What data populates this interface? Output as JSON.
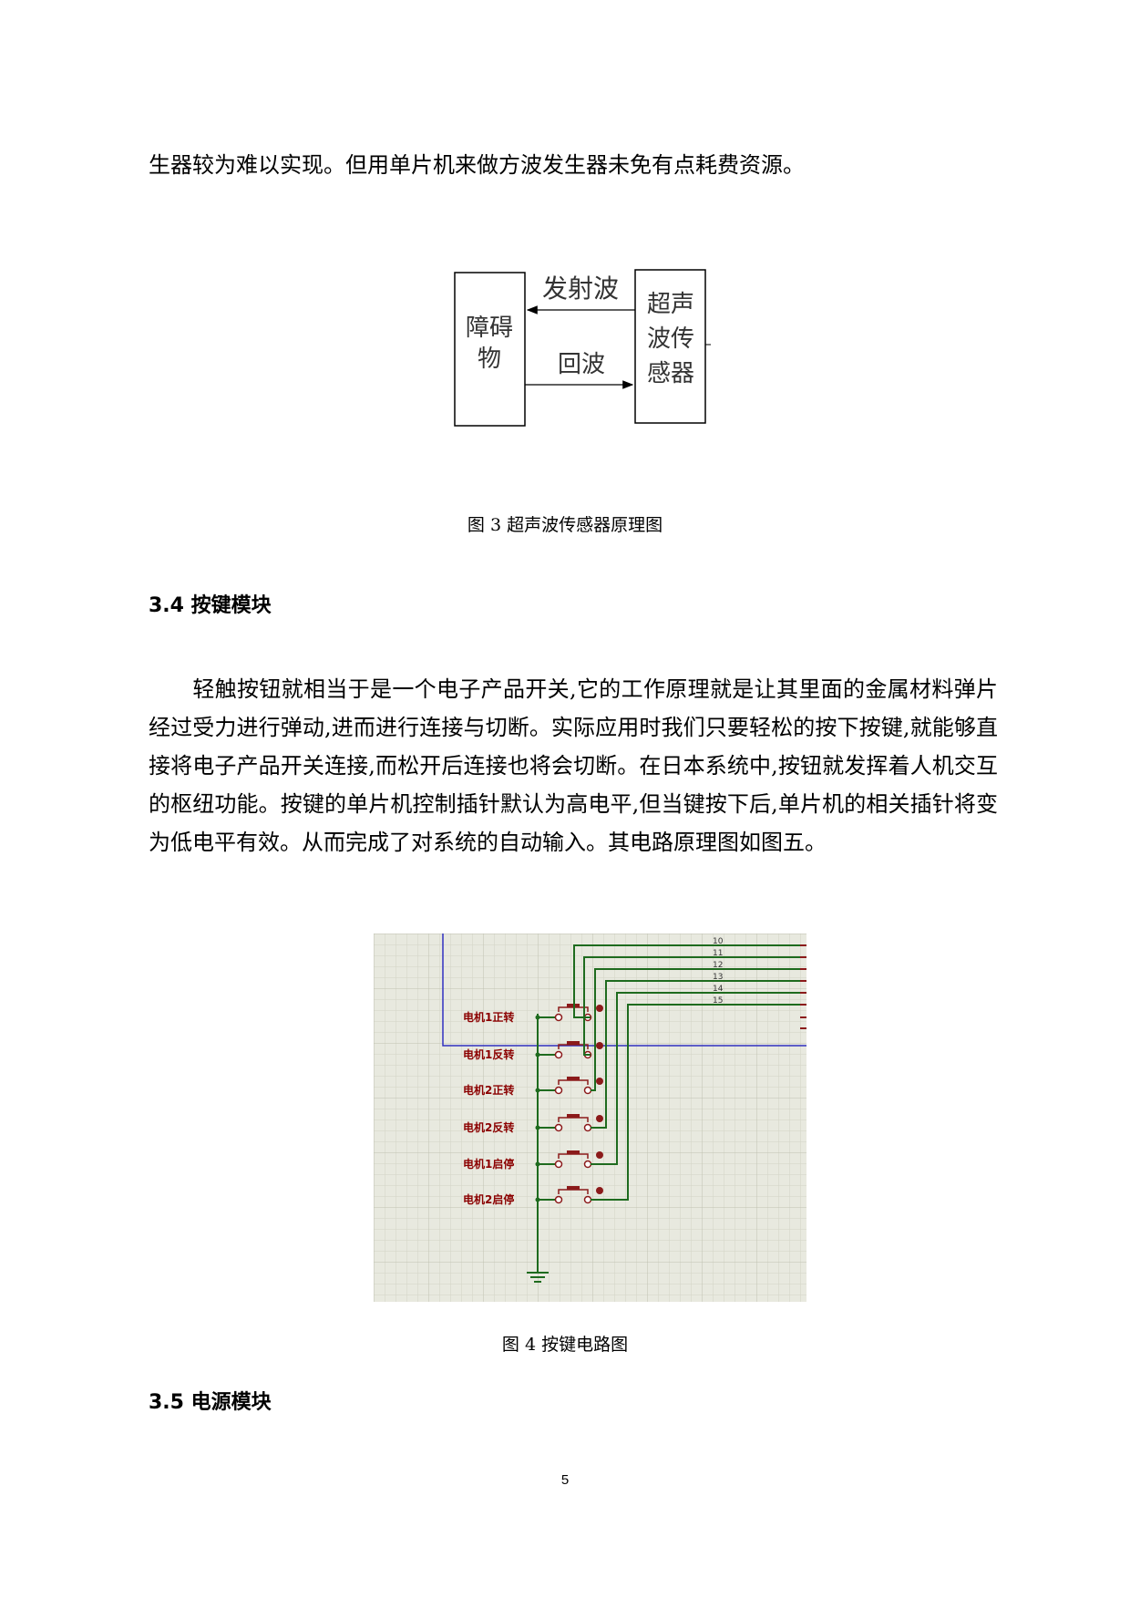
{
  "top_text": "生器较为难以实现。但用单片机来做方波发生器未免有点耗费资源。",
  "figure3": {
    "obstacle_lines": [
      "障碍",
      "物"
    ],
    "sensor_lines": [
      "超声",
      "波传",
      "感器"
    ],
    "emit_label": "发射波",
    "echo_label": "回波",
    "caption": "图 3 超声波传感器原理图"
  },
  "section_34": {
    "heading": "3.4 按键模块"
  },
  "paragraph": "轻触按钮就相当于是一个电子产品开关,它的工作原理就是让其里面的金属材料弹片经过受力进行弹动,进而进行连接与切断。实际应用时我们只要轻松的按下按键,就能够直接将电子产品开关连接,而松开后连接也将会切断。在日本系统中,按钮就发挥着人机交互的枢纽功能。按键的单片机控制插针默认为高电平,但当键按下后,单片机的相关插针将变为低电平有效。从而完成了对系统的自动输入。其电路原理图如图五。",
  "figure4": {
    "buttons": [
      "电机1正转",
      "电机1反转",
      "电机2正转",
      "电机2反转",
      "电机1启停",
      "电机2启停"
    ],
    "pins": [
      "10",
      "11",
      "12",
      "13",
      "14",
      "15"
    ],
    "caption": "图 4 按键电路图"
  },
  "section_35": {
    "heading": "3.5 电源模块"
  },
  "page_number": "5",
  "colors": {
    "wire": "#1e6b1e",
    "component": "#8b1a1a",
    "grid_bg": "#e8e9df",
    "bus": "#3030c0"
  }
}
